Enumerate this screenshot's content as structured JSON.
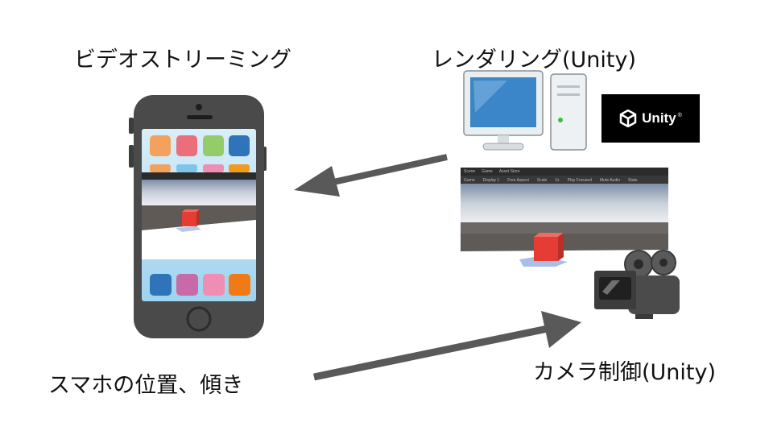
{
  "labels": {
    "video_streaming": "ビデオストリーミング",
    "rendering": "レンダリング(Unity)",
    "phone_pose": "スマホの位置、傾き",
    "camera_control": "カメラ制御(Unity)"
  },
  "unity_logo": {
    "text": "Unity",
    "tm": "®"
  },
  "unity_editor": {
    "tabs": [
      "Scene",
      "Game",
      "Asset Store"
    ],
    "toolbar": [
      "Game",
      "Display 1",
      "Free Aspect",
      "Scale",
      "1x",
      "Play Focused",
      "Mute Audio",
      "Stats"
    ]
  },
  "colors": {
    "arrow": "#595959",
    "cube": "#e53d35",
    "phone_body": "#4a4a4a",
    "monitor_screen": "#3a86c8"
  },
  "icons": [
    "smartphone-icon",
    "desktop-computer-icon",
    "movie-camera-icon",
    "unity-logo-icon"
  ]
}
